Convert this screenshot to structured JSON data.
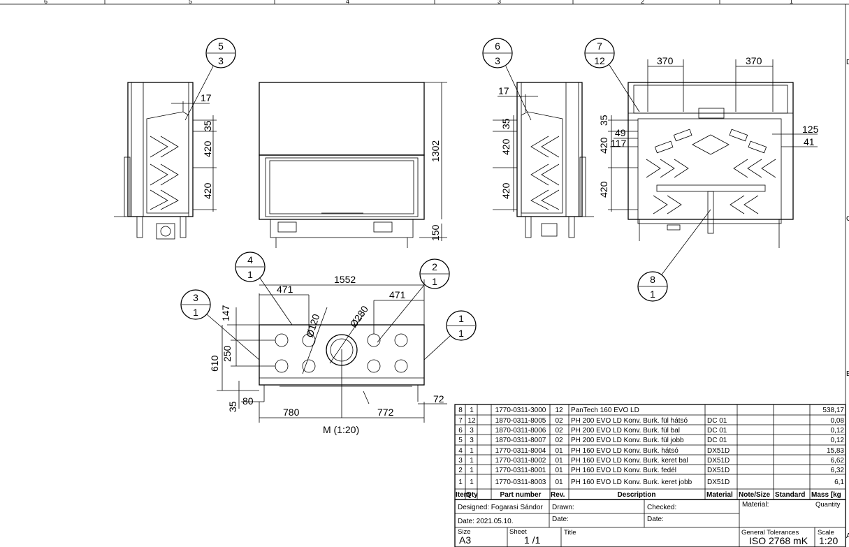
{
  "border_numbers": [
    "6",
    "5",
    "4",
    "3",
    "2",
    "1"
  ],
  "edge_letters": [
    "D",
    "C",
    "B",
    "A"
  ],
  "view_caption": "M (1:20)",
  "callouts": [
    {
      "top": "5",
      "bottom": "3"
    },
    {
      "top": "6",
      "bottom": "3"
    },
    {
      "top": "7",
      "bottom": "12"
    },
    {
      "top": "4",
      "bottom": "1"
    },
    {
      "top": "2",
      "bottom": "1"
    },
    {
      "top": "3",
      "bottom": "1"
    },
    {
      "top": "1",
      "bottom": "1"
    },
    {
      "top": "8",
      "bottom": "1"
    }
  ],
  "dimensions": {
    "side_left": [
      "17",
      "35",
      "420",
      "420"
    ],
    "front": [
      "1302",
      "150"
    ],
    "side_right": [
      "17",
      "35",
      "420",
      "420"
    ],
    "rear": [
      "370",
      "370",
      "35",
      "49",
      "117",
      "420",
      "420",
      "125",
      "41"
    ],
    "top_view": [
      "1552",
      "471",
      "471",
      "Ø120",
      "Ø280",
      "147",
      "250",
      "610",
      "35",
      "80",
      "780",
      "772",
      "72"
    ]
  },
  "parts_header": [
    "Item",
    "Qty",
    "Part number",
    "Rev.",
    "Description",
    "Material",
    "Note/Size",
    "Standard",
    "Mass [kg"
  ],
  "parts": [
    {
      "item": "8",
      "qty": "1",
      "part": "1770-0311-3000",
      "rev": "12",
      "desc": "PanTech 160 EVO LD",
      "material": "",
      "mass": "538,17"
    },
    {
      "item": "7",
      "qty": "12",
      "part": "1870-0311-8005",
      "rev": "02",
      "desc": "PH 200 EVO LD Konv. Burk. fül hátsó",
      "material": "DC 01",
      "mass": "0,08"
    },
    {
      "item": "6",
      "qty": "3",
      "part": "1870-0311-8006",
      "rev": "02",
      "desc": "PH 200 EVO LD Konv. Burk. fül bal",
      "material": "DC 01",
      "mass": "0,12"
    },
    {
      "item": "5",
      "qty": "3",
      "part": "1870-0311-8007",
      "rev": "02",
      "desc": "PH 200 EVO LD Konv. Burk. fül jobb",
      "material": "DC 01",
      "mass": "0,12"
    },
    {
      "item": "4",
      "qty": "1",
      "part": "1770-0311-8004",
      "rev": "01",
      "desc": "PH 160 EVO LD Konv. Burk. hátsó",
      "material": "DX51D",
      "mass": "15,83"
    },
    {
      "item": "3",
      "qty": "1",
      "part": "1770-0311-8002",
      "rev": "01",
      "desc": "PH 160 EVO LD Konv. Burk. keret bal",
      "material": "DX51D",
      "mass": "6,62"
    },
    {
      "item": "2",
      "qty": "1",
      "part": "1770-0311-8001",
      "rev": "01",
      "desc": "PH 160 EVO LD Konv. Burk. fedél",
      "material": "DX51D",
      "mass": "6,32"
    },
    {
      "item": "1",
      "qty": "1",
      "part": "1770-0311-8003",
      "rev": "01",
      "desc": "PH 160 EVO LD Konv. Burk. keret jobb",
      "material": "DX51D",
      "mass": "6,1"
    }
  ],
  "title_block": {
    "designed": "Designed: Fogarasi Sándor",
    "date": "Date: 2021.05.10.",
    "drawn": "Drawn:",
    "drawn_date": "Date:",
    "checked": "Checked:",
    "checked_date": "Date:",
    "material": "Material:",
    "quantity": "Quantity",
    "size_label": "Size",
    "size": "A3",
    "sheet_label": "Sheet",
    "sheet": "1 /1",
    "title_label": "Title",
    "tolerance_label": "General Tolerances",
    "tolerance": "ISO 2768 mK",
    "scale_label": "Scale",
    "scale": "1:20"
  }
}
